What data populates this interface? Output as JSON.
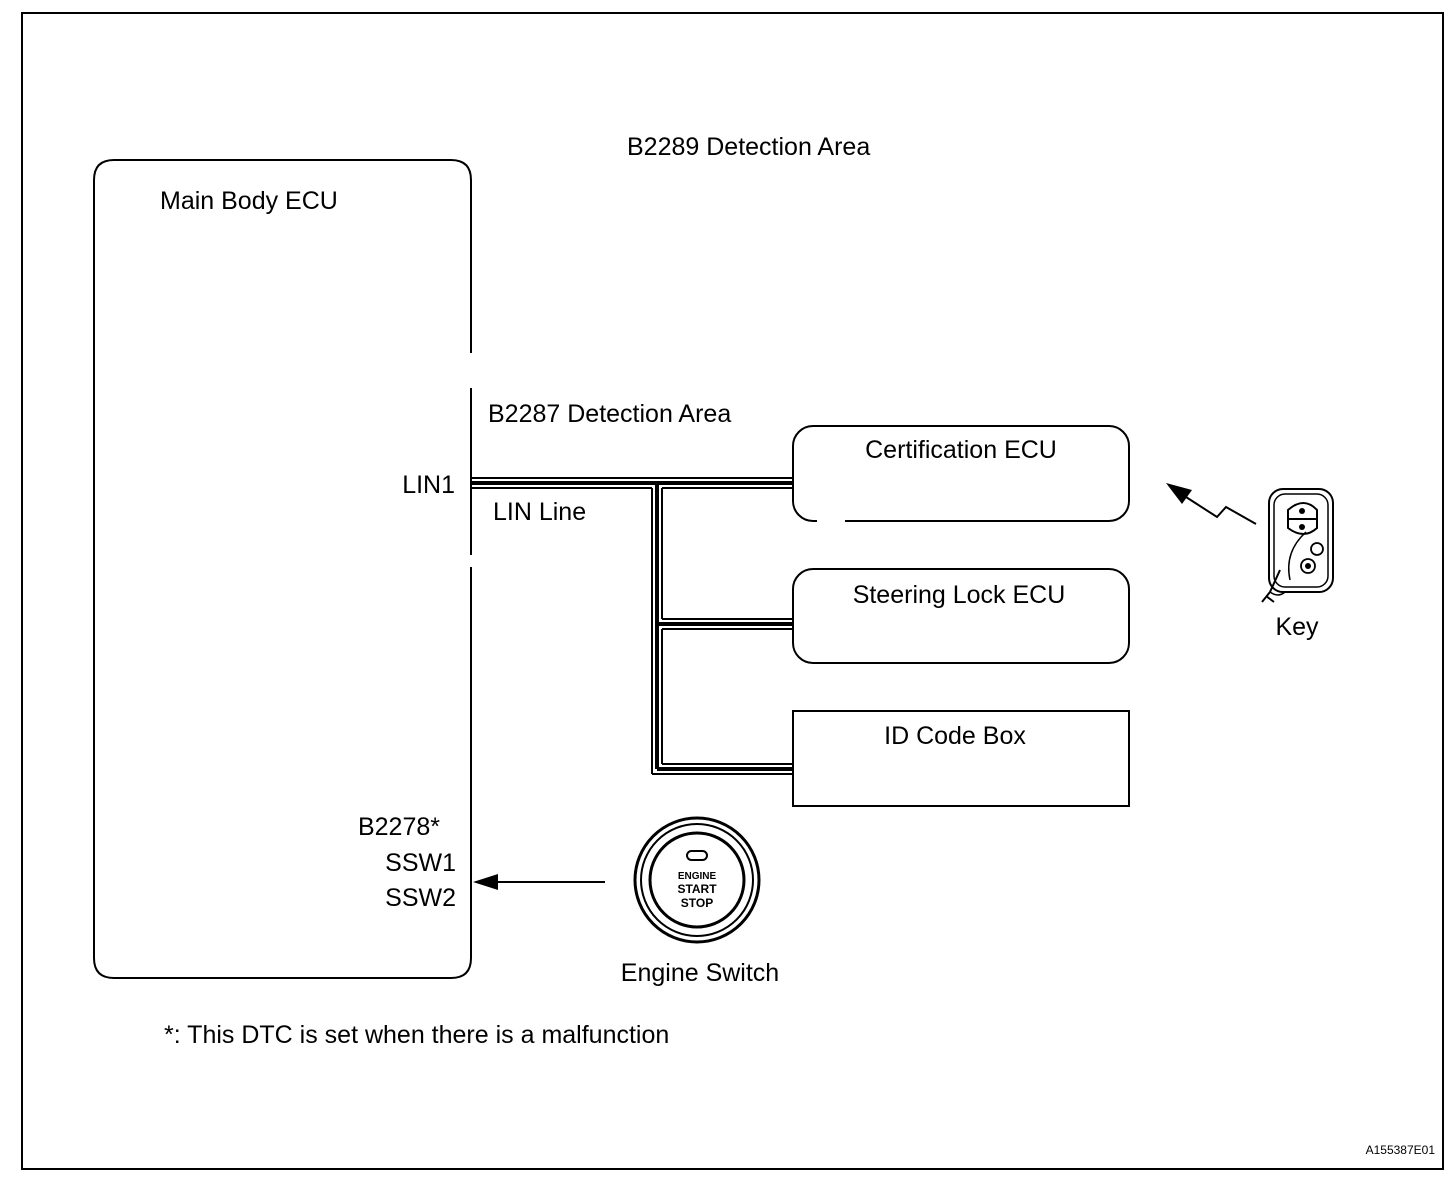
{
  "labels": {
    "b2289_area": "B2289 Detection Area",
    "b2287_area": "B2287 Detection Area",
    "main_body_ecu": "Main Body ECU",
    "lin1": "LIN1",
    "lin_line": "LIN Line",
    "certification_ecu": "Certification ECU",
    "steering_lock_ecu": "Steering Lock ECU",
    "id_code_box": "ID Code Box",
    "key": "Key",
    "b2278": "B2278*",
    "ssw1": "SSW1",
    "ssw2": "SSW2",
    "engine_switch": "Engine Switch",
    "footnote": "*: This DTC is set when there is a malfunction",
    "figure_id": "A155387E01"
  },
  "engine_button_text": {
    "line1": "ENGINE",
    "line2": "START",
    "line3": "STOP"
  }
}
